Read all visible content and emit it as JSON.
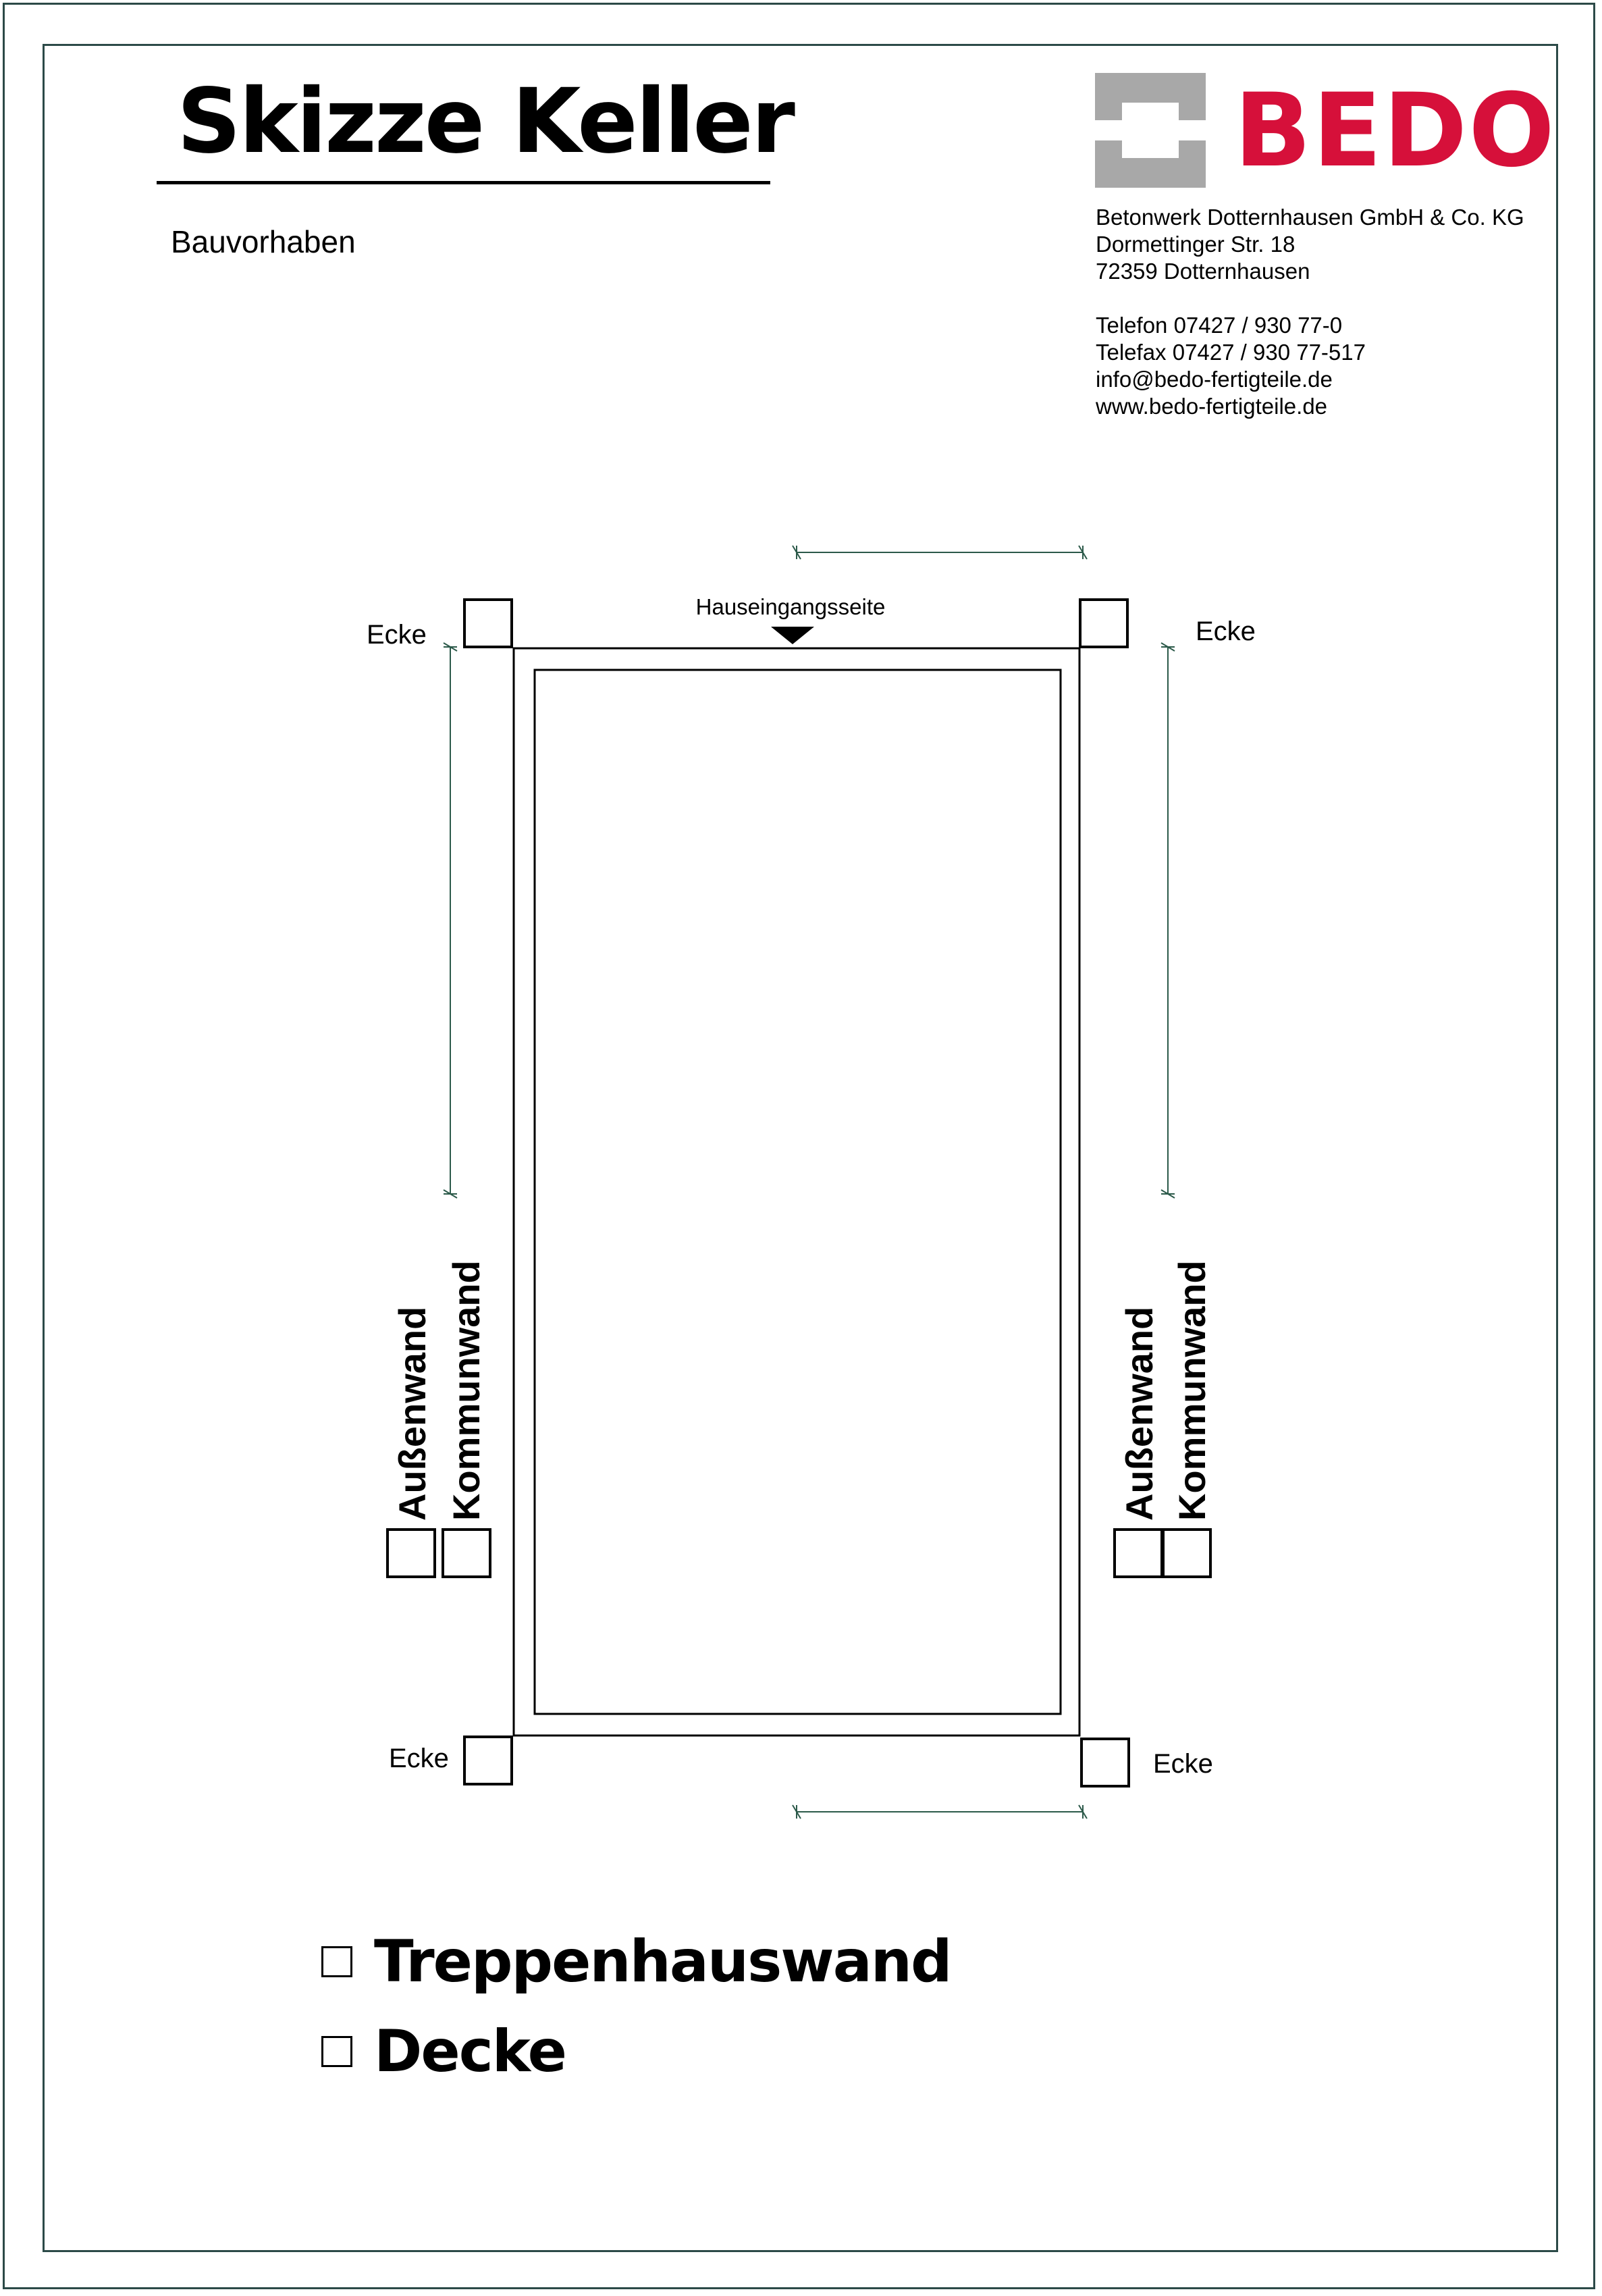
{
  "document": {
    "title": "Skizze Keller",
    "project_label": "Bauvorhaben"
  },
  "brand": {
    "logo_text": "BEDO",
    "logo_color": "#d6103a",
    "logo_mark_color": "#a8a8a8",
    "company_lines": [
      "Betonwerk Dotternhausen GmbH & Co. KG",
      "Dormettinger Str. 18",
      "72359 Dotternhausen"
    ],
    "contact_lines": [
      "Telefon 07427 / 930 77-0",
      "Telefax 07427 / 930 77-517",
      "info@bedo-fertigteile.de",
      "www.bedo-fertigteile.de"
    ]
  },
  "sketch": {
    "entrance_label": "Hauseingangsseite",
    "corner_label": "Ecke",
    "wall_options": [
      "Außenwand",
      "Kommunwand"
    ],
    "dimension_line_color": "#2c5a4a"
  },
  "legend": {
    "items": [
      "Treppenhauswand",
      "Decke"
    ]
  },
  "colors": {
    "frame": "#2c4a48"
  }
}
